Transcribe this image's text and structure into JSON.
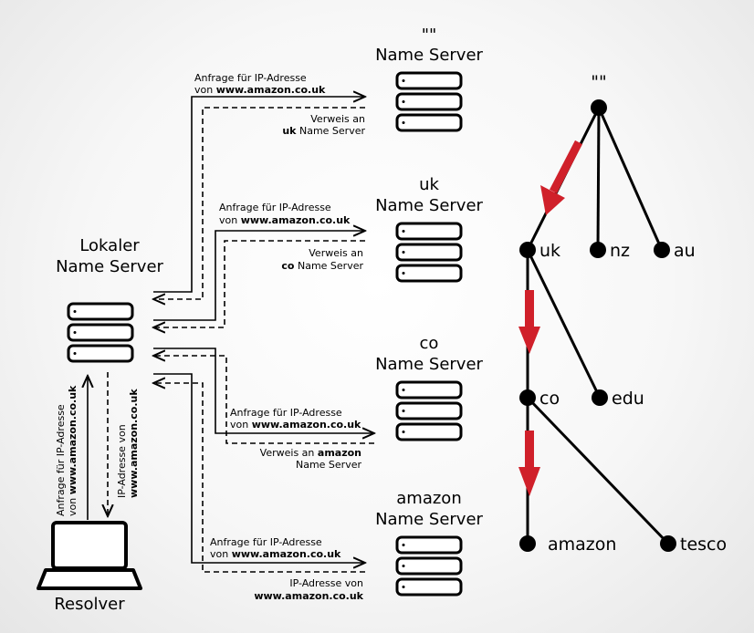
{
  "root_server": {
    "quote": "\"\"",
    "title": "Name Server"
  },
  "uk_server": {
    "zone": "uk",
    "title": "Name Server"
  },
  "co_server": {
    "zone": "co",
    "title": "Name Server"
  },
  "amazon_server": {
    "zone": "amazon",
    "title": "Name Server"
  },
  "local_server": {
    "line1": "Lokaler",
    "line2": "Name Server"
  },
  "resolver": {
    "label": "Resolver"
  },
  "messages": {
    "query_line1": "Anfrage für IP-Adresse",
    "von": "von",
    "domain": "www.amazon.co.uk",
    "referral_an": "Verweis an",
    "referral_uk_zone": "uk",
    "referral_co_zone": "co",
    "referral_amazon_zone": "amazon",
    "referral_tail": "Name Server",
    "answer_line1": "IP-Adresse von",
    "answer_domain": "www.amazon.co.uk",
    "resolver_query_line1": "Anfrage für IP-Adresse",
    "resolver_query_line2_prefix": "von",
    "resolver_answer_line1": "IP-Adresse von",
    "resolver_answer_line2": "www.amazon.co.uk"
  },
  "tree": {
    "root": "\"\"",
    "uk": "uk",
    "nz": "nz",
    "au": "au",
    "co": "co",
    "edu": "edu",
    "amazon": "amazon",
    "tesco": "tesco"
  },
  "colors": {
    "arrow_red": "#d0202a",
    "ink": "#000000"
  }
}
